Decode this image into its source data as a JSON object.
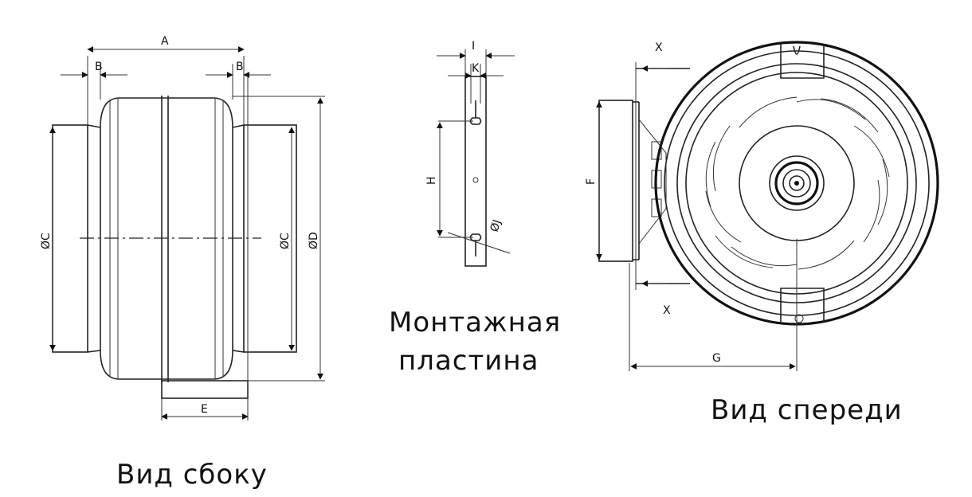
{
  "side_view": {
    "caption": "Вид сбоку",
    "labels": {
      "A": "A",
      "B1": "B",
      "B2": "B",
      "C1": "ØC",
      "C2": "ØC",
      "D": "ØD",
      "E": "E"
    }
  },
  "mounting_plate": {
    "caption_line1": "Монтажная",
    "caption_line2": "пластина",
    "labels": {
      "I": "I",
      "K": "K",
      "H": "H",
      "J": "ØJ"
    }
  },
  "front_view": {
    "caption": "Вид спереди",
    "labels": {
      "X1": "X",
      "X2": "X",
      "F": "F",
      "G": "G"
    }
  }
}
